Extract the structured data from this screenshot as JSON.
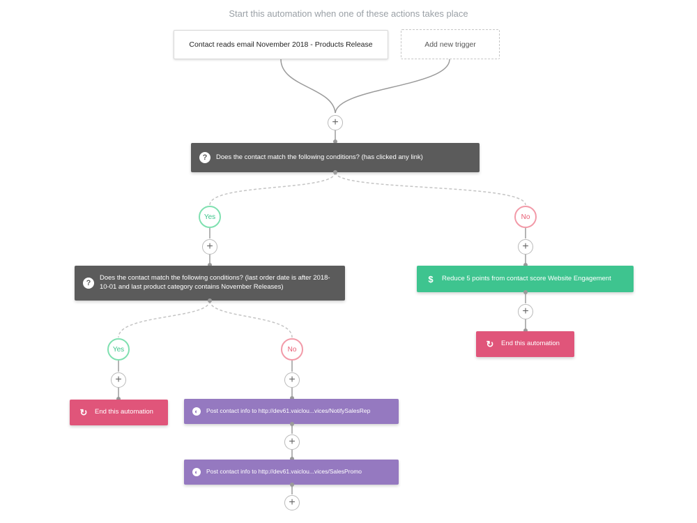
{
  "header": {
    "text": "Start this automation when one of these actions takes place"
  },
  "triggers": {
    "existing": "Contact reads email November 2018 - Products Release",
    "add_new": "Add new trigger"
  },
  "condition1": {
    "text": "Does the contact match the following conditions? (has clicked any link)"
  },
  "condition2": {
    "text": "Does the contact match the following conditions? (last order date is after 2018-10-01 and last product category contains November Releases)"
  },
  "branches": {
    "yes": "Yes",
    "no": "No"
  },
  "actions": {
    "end_automation": "End this automation",
    "reduce_score": "Reduce 5 points from contact score Website Engagement",
    "post_notify": "Post contact info to http://dev61.vaiclou...vices/NotifySalesRep",
    "post_promo": "Post contact info to http://dev61.vaiclou...vices/SalesPromo"
  },
  "icons": {
    "question": "question-icon",
    "end": "end-automation-icon",
    "score": "dollar-icon",
    "post": "webhook-icon",
    "plus": "plus-icon"
  },
  "colors": {
    "condition": "#5b5b5b",
    "end": "#e0557a",
    "post": "#9579c0",
    "score": "#3ec48f",
    "yes": "#3cc48a",
    "no": "#e85b72"
  }
}
